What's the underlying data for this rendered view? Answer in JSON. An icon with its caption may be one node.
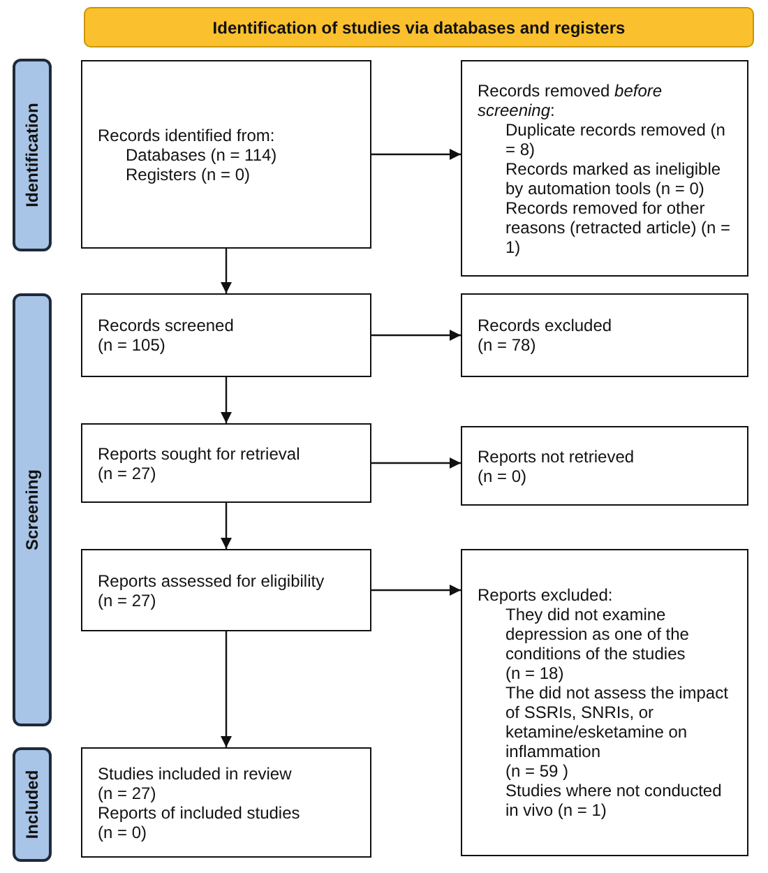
{
  "diagram": {
    "nodes": [
      {
        "text": [
          "Identification of studies via databases and registers"
        ]
      },
      {
        "text": [
          "Identification"
        ]
      },
      {
        "text": [
          "Screening"
        ]
      },
      {
        "text": [
          "Included"
        ]
      },
      {
        "text": [
          "Records identified from:",
          "Databases (n = 114)",
          "Registers (n = 0)"
        ]
      },
      {
        "text": [
          "Records removed *before screening*:",
          "Duplicate records removed (n = 8)",
          "Records marked as ineligible by automation tools (n = 0)",
          "Records removed for other reasons (retracted article) (n = 1)"
        ]
      },
      {
        "text": [
          "Records screened",
          "(n = 105)"
        ]
      },
      {
        "text": [
          "Records excluded",
          "(n = 78)"
        ]
      },
      {
        "text": [
          "Reports sought for retrieval",
          "(n = 27)"
        ]
      },
      {
        "text": [
          "Reports not retrieved",
          "(n = 0)"
        ]
      },
      {
        "text": [
          "Reports assessed for eligibility",
          "(n = 27)"
        ]
      },
      {
        "text": [
          "Reports excluded:",
          "They did not examine depression as one of the conditions of the studies",
          "(n = 18)",
          "The did not assess the impact of SSRIs, SNRIs, or ketamine/esketamine on inflammation",
          "(n = 59 )",
          "Studies where not conducted in vivo (n = 1)"
        ]
      },
      {
        "text": [
          "Studies included in review",
          "(n = 27)",
          "Reports of included studies",
          "(n = 0)"
        ]
      }
    ],
    "edges": [
      {
        "from": 4,
        "to": 5,
        "arrow": "to"
      },
      {
        "from": 4,
        "to": 6,
        "arrow": "to"
      },
      {
        "from": 6,
        "to": 7,
        "arrow": "to"
      },
      {
        "from": 6,
        "to": 8,
        "arrow": "to"
      },
      {
        "from": 8,
        "to": 9,
        "arrow": "to"
      },
      {
        "from": 8,
        "to": 10,
        "arrow": "to"
      },
      {
        "from": 10,
        "to": 11,
        "arrow": "to"
      },
      {
        "from": 10,
        "to": 12,
        "arrow": "to"
      }
    ]
  }
}
